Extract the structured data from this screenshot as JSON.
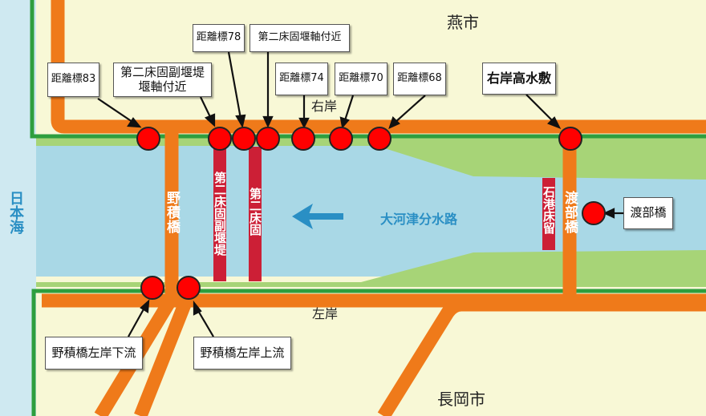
{
  "places": {
    "tsubame": "燕市",
    "nagaoka": "長岡市",
    "sea": "日本海"
  },
  "banks": {
    "right": "右岸",
    "left": "左岸"
  },
  "river": {
    "name": "大河津分水路"
  },
  "bridges": {
    "nozumi": "野積橋",
    "watabe": "渡部橋"
  },
  "structures": {
    "daini_fukudo_weir": "第二床固副堰堤",
    "daini_tokokatame": "第二床固",
    "isekou_tokokatame": "石港床留"
  },
  "callouts": {
    "kyori83": "距離標83",
    "fukuentei": "第二床固副堰堤\n堰軸付近",
    "kyori78": "距離標78",
    "weir_axis": "第二床固堰軸付近",
    "kyori74": "距離標74",
    "kyori70": "距離標70",
    "kyori68": "距離標68",
    "right_high_water": "右岸高水敷",
    "watabe": "渡部橋",
    "nozumi_left_down": "野積橋左岸下流",
    "nozumi_left_up": "野積橋左岸上流"
  },
  "colors": {
    "land": "#f8f8d6",
    "sea": "#cfe9f1",
    "water": "#a9d8e6",
    "floodplain": "#a7d477",
    "levee": "#2e9e3e",
    "road": "#ef7a1a",
    "weir": "#cc1f36",
    "marker": "#ff0000",
    "label_blue": "#2a8fc4"
  }
}
